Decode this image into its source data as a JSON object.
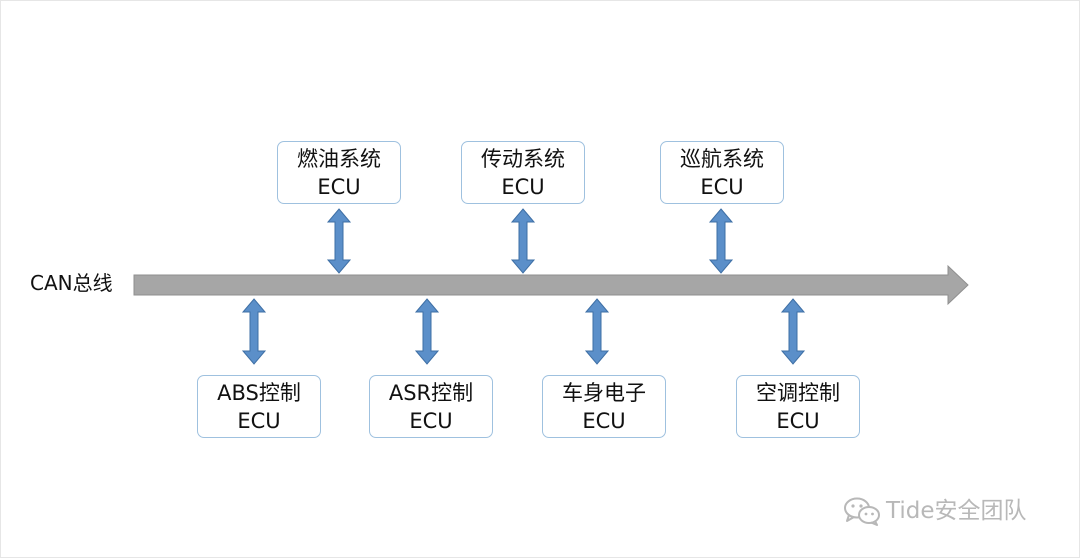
{
  "bus": {
    "label": "CAN总线"
  },
  "top_ecus": [
    {
      "line1": "燃油系统",
      "line2": "ECU"
    },
    {
      "line1": "传动系统",
      "line2": "ECU"
    },
    {
      "line1": "巡航系统",
      "line2": "ECU"
    }
  ],
  "bottom_ecus": [
    {
      "line1": "ABS控制",
      "line2": "ECU"
    },
    {
      "line1": "ASR控制",
      "line2": "ECU"
    },
    {
      "line1": "车身电子",
      "line2": "ECU"
    },
    {
      "line1": "空调控制",
      "line2": "ECU"
    }
  ],
  "watermark": {
    "text": "Tide安全团队",
    "icon": "wechat-icon"
  },
  "colors": {
    "bus_arrow": "#a6a6a6",
    "bus_arrow_border": "#8f8f8f",
    "connector": "#5b8fc9",
    "connector_border": "#3e6fa5",
    "box_border": "#9fc1df"
  }
}
